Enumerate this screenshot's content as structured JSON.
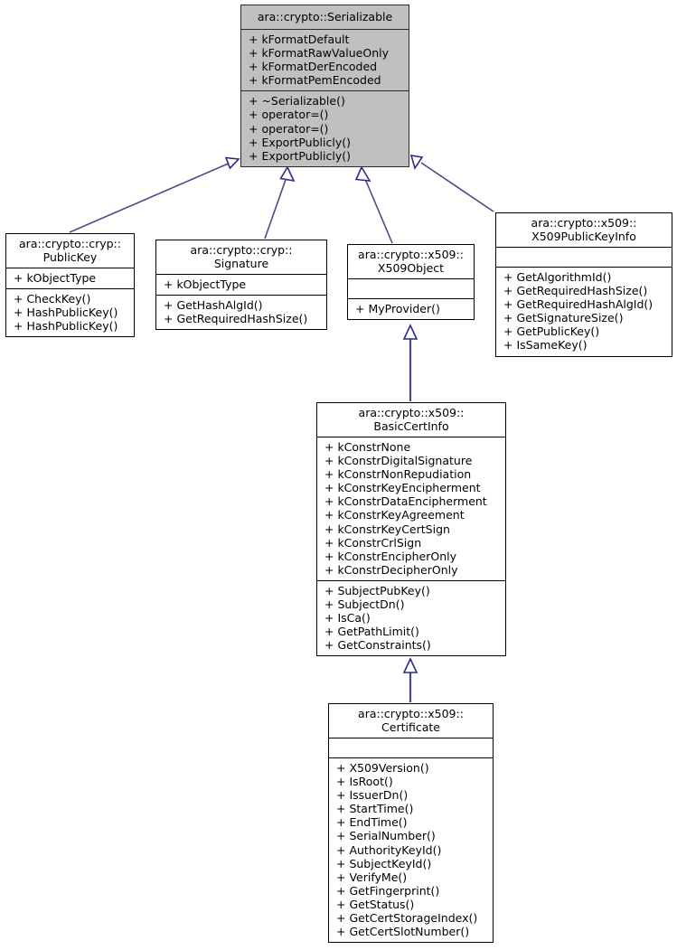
{
  "diagram": {
    "type": "uml-class-inheritance",
    "title": "ara::crypto::x509::Certificate inheritance diagram",
    "colors": {
      "edge": "#4a4a8a",
      "root_fill": "#c0c0c0",
      "box_fill": "#ffffff",
      "border": "#000000",
      "text": "#000000"
    },
    "classes": [
      {
        "id": "serializable",
        "namespace": "ara::crypto::Serializable",
        "name": "",
        "highlighted": true,
        "attributes": [
          "+ kFormatDefault",
          "+ kFormatRawValueOnly",
          "+ kFormatDerEncoded",
          "+ kFormatPemEncoded"
        ],
        "operations": [
          "+ ~Serializable()",
          "+ operator=()",
          "+ operator=()",
          "+ ExportPublicly()",
          "+ ExportPublicly()"
        ]
      },
      {
        "id": "publickey",
        "namespace": "ara::crypto::cryp::",
        "name": "PublicKey",
        "highlighted": false,
        "attributes": [
          "+ kObjectType"
        ],
        "operations": [
          "+ CheckKey()",
          "+ HashPublicKey()",
          "+ HashPublicKey()"
        ]
      },
      {
        "id": "signature",
        "namespace": "ara::crypto::cryp::",
        "name": "Signature",
        "highlighted": false,
        "attributes": [
          "+ kObjectType"
        ],
        "operations": [
          "+ GetHashAlgId()",
          "+ GetRequiredHashSize()"
        ]
      },
      {
        "id": "x509object",
        "namespace": "ara::crypto::x509::",
        "name": "X509Object",
        "highlighted": false,
        "attributes": [],
        "operations": [
          "+ MyProvider()"
        ]
      },
      {
        "id": "x509publickeyinfo",
        "namespace": "ara::crypto::x509::",
        "name": "X509PublicKeyInfo",
        "highlighted": false,
        "attributes": [],
        "operations": [
          "+ GetAlgorithmId()",
          "+ GetRequiredHashSize()",
          "+ GetRequiredHashAlgId()",
          "+ GetSignatureSize()",
          "+ GetPublicKey()",
          "+ IsSameKey()"
        ]
      },
      {
        "id": "basiccertinfo",
        "namespace": "ara::crypto::x509::",
        "name": "BasicCertInfo",
        "highlighted": false,
        "attributes": [
          "+ kConstrNone",
          "+ kConstrDigitalSignature",
          "+ kConstrNonRepudiation",
          "+ kConstrKeyEncipherment",
          "+ kConstrDataEncipherment",
          "+ kConstrKeyAgreement",
          "+ kConstrKeyCertSign",
          "+ kConstrCrlSign",
          "+ kConstrEncipherOnly",
          "+ kConstrDecipherOnly"
        ],
        "operations": [
          "+ SubjectPubKey()",
          "+ SubjectDn()",
          "+ IsCa()",
          "+ GetPathLimit()",
          "+ GetConstraints()"
        ]
      },
      {
        "id": "certificate",
        "namespace": "ara::crypto::x509::",
        "name": "Certificate",
        "highlighted": false,
        "attributes": [],
        "operations": [
          "+ X509Version()",
          "+ IsRoot()",
          "+ IssuerDn()",
          "+ StartTime()",
          "+ EndTime()",
          "+ SerialNumber()",
          "+ AuthorityKeyId()",
          "+ SubjectKeyId()",
          "+ VerifyMe()",
          "+ GetFingerprint()",
          "+ GetStatus()",
          "+ GetCertStorageIndex()",
          "+ GetCertSlotNumber()"
        ]
      }
    ],
    "edges": [
      {
        "from": "publickey",
        "to": "serializable",
        "kind": "generalization"
      },
      {
        "from": "signature",
        "to": "serializable",
        "kind": "generalization"
      },
      {
        "from": "x509object",
        "to": "serializable",
        "kind": "generalization"
      },
      {
        "from": "x509publickeyinfo",
        "to": "serializable",
        "kind": "generalization"
      },
      {
        "from": "basiccertinfo",
        "to": "x509object",
        "kind": "generalization"
      },
      {
        "from": "certificate",
        "to": "basiccertinfo",
        "kind": "generalization"
      }
    ]
  }
}
